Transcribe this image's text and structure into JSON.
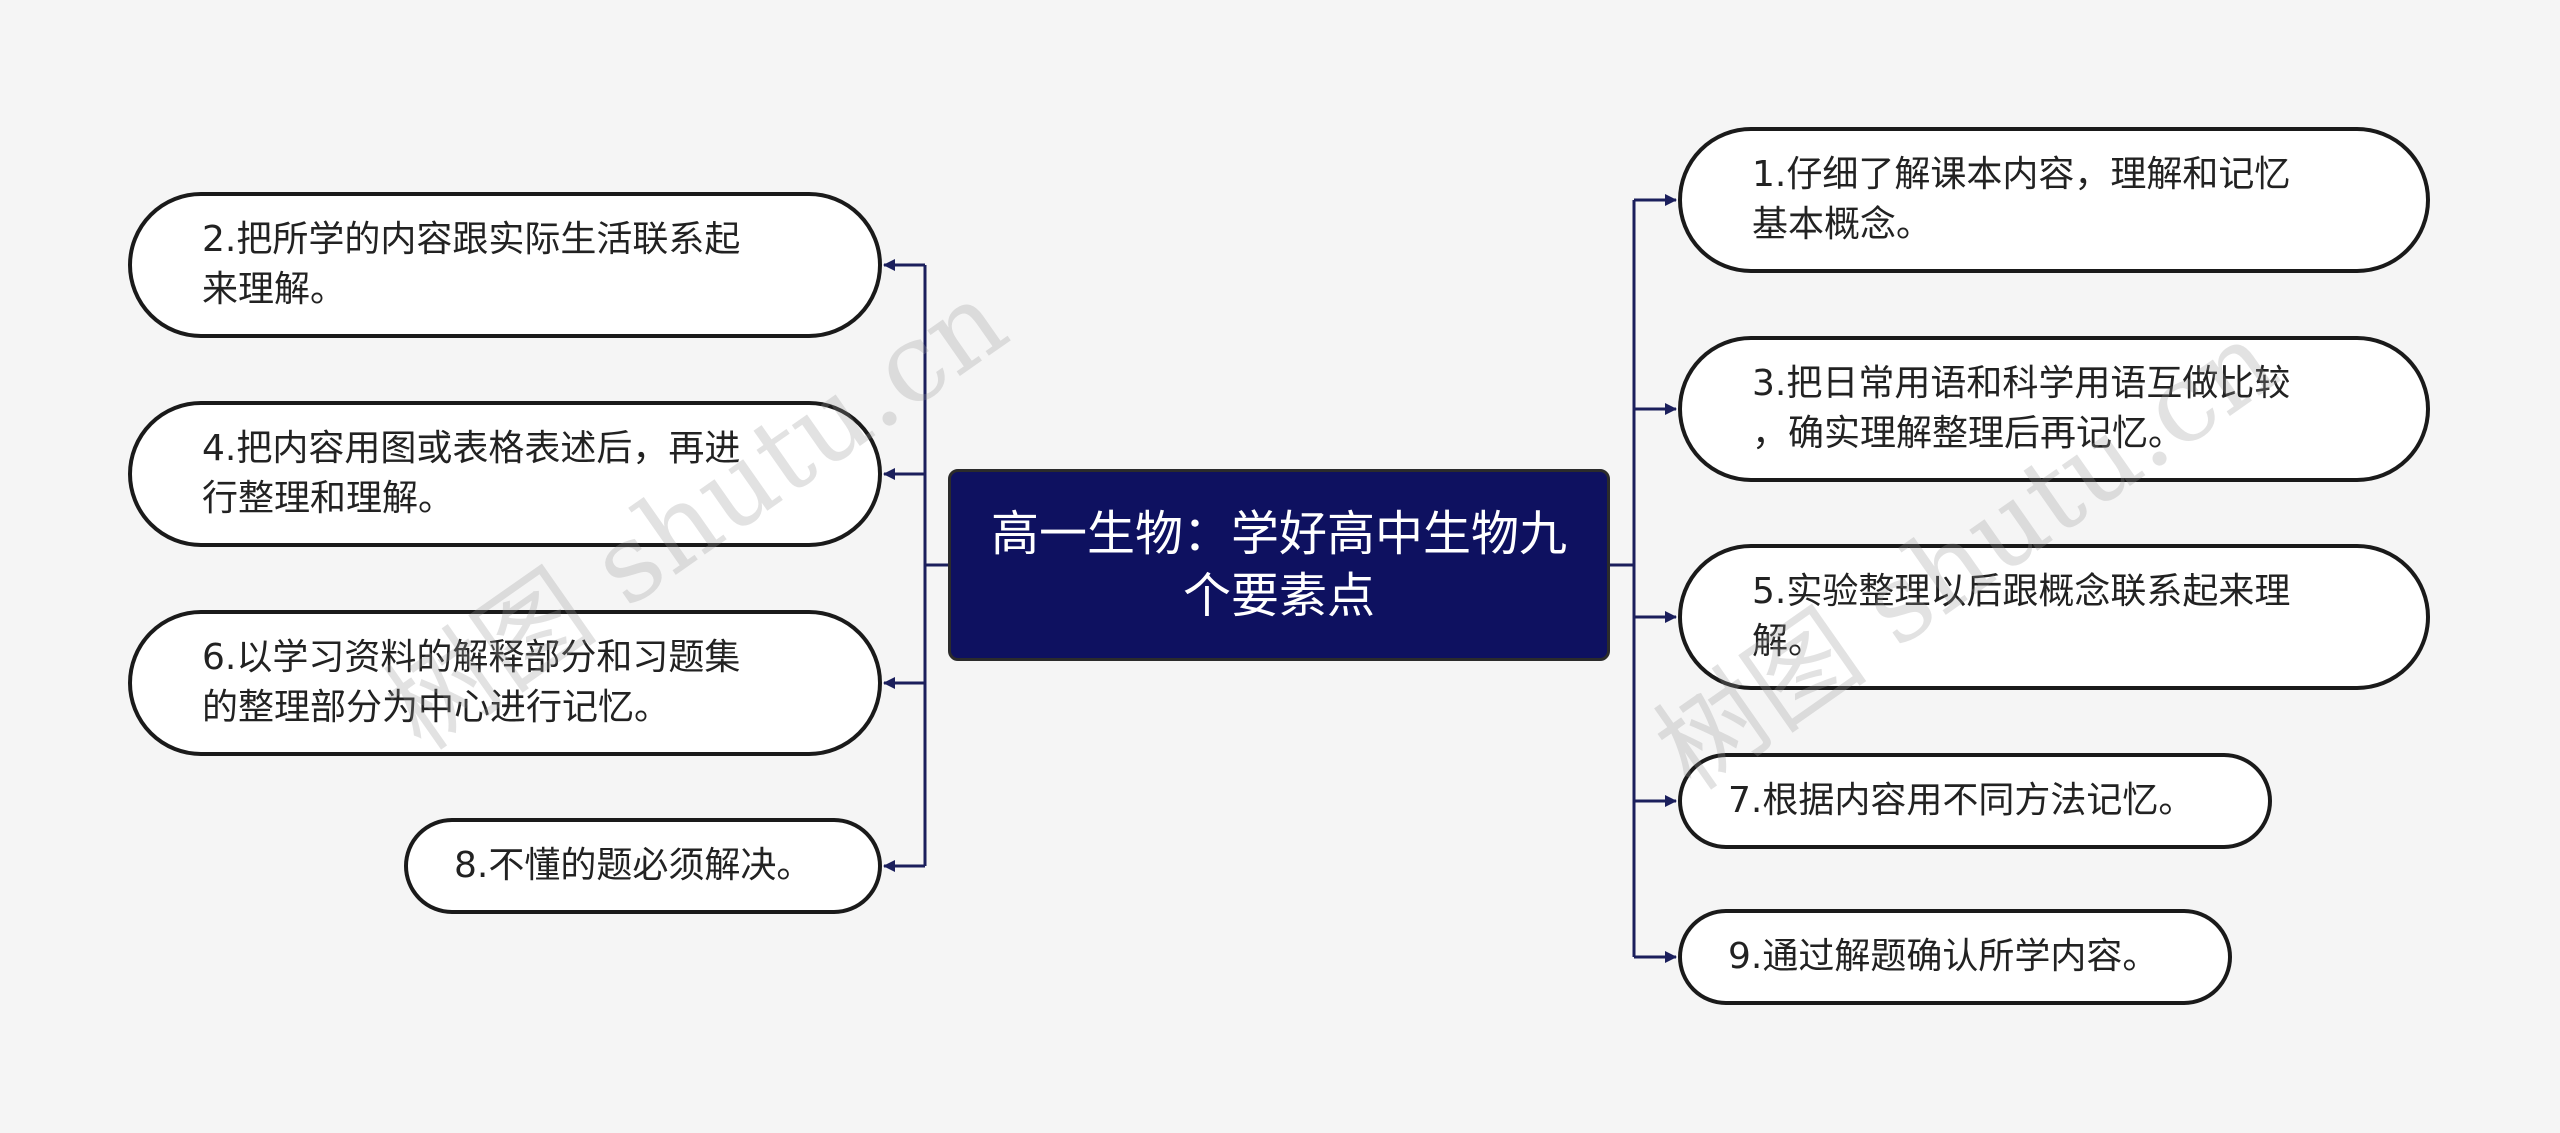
{
  "diagram": {
    "center": {
      "title": "高一生物：学好高中生物九个要素点"
    },
    "left_nodes": [
      {
        "text": "2.把所学的内容跟实际生活联系起\n来理解。"
      },
      {
        "text": "4.把内容用图或表格表述后，再进\n行整理和理解。"
      },
      {
        "text": "6.以学习资料的解释部分和习题集\n的整理部分为中心进行记忆。"
      },
      {
        "text": "8.不懂的题必须解决。"
      }
    ],
    "right_nodes": [
      {
        "text": "1.仔细了解课本内容，理解和记忆\n基本概念。"
      },
      {
        "text": "3.把日常用语和科学用语互做比较\n，确实理解整理后再记忆。"
      },
      {
        "text": "5.实验整理以后跟概念联系起来理\n解。"
      },
      {
        "text": "7.根据内容用不同方法记忆。"
      },
      {
        "text": "9.通过解题确认所学内容。"
      }
    ]
  },
  "watermarks": [
    {
      "text": "树图 shutu.cn"
    },
    {
      "text": "树图 shutu.cn"
    }
  ],
  "colors": {
    "background": "#f5f5f5",
    "center_fill": "#0e1160",
    "connector": "#1b1f5c",
    "node_border": "#1a1a1a"
  }
}
